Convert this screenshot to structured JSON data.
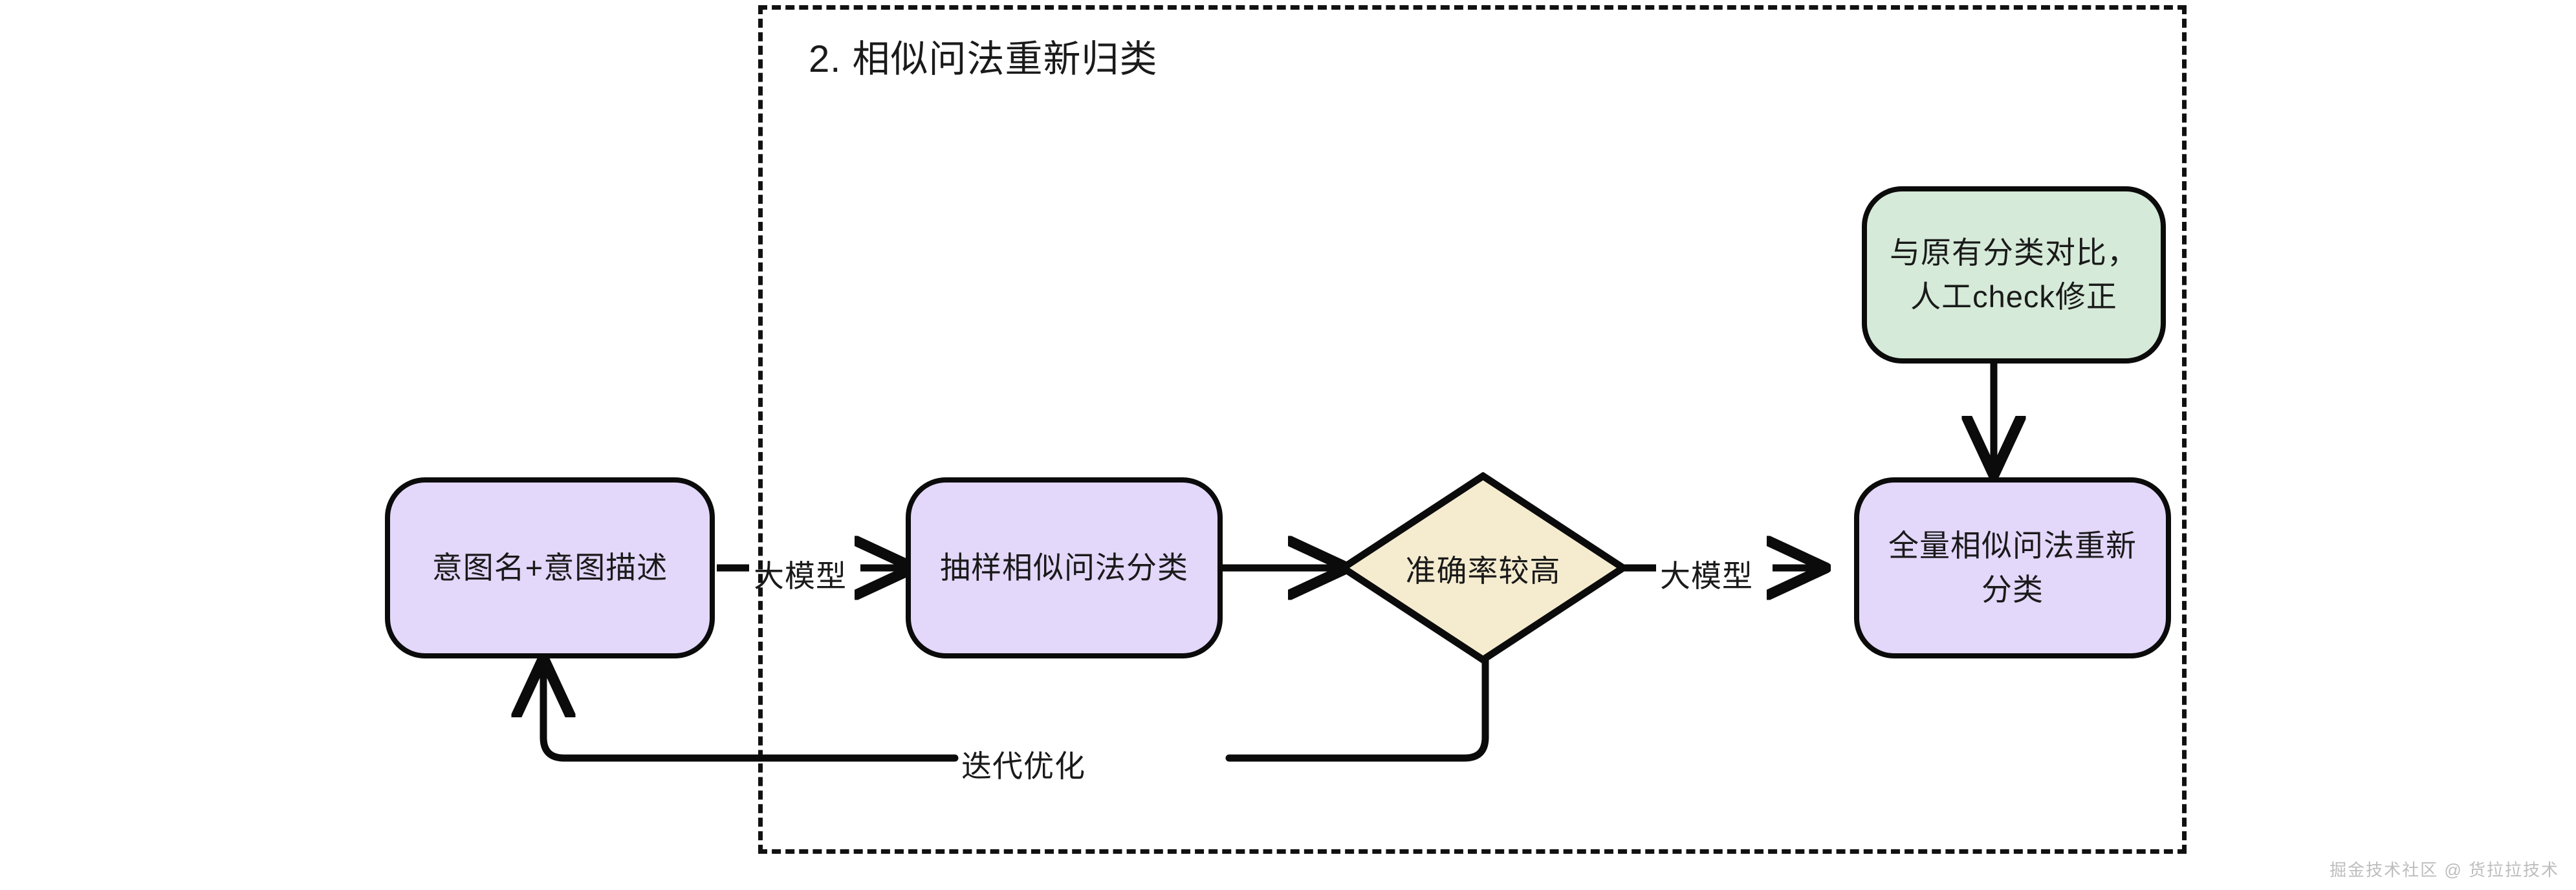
{
  "diagram": {
    "title": "2. 相似问法重新归类",
    "watermark": "掘金技术社区 @ 货拉拉技术",
    "colors": {
      "process_fill": "#e3d7fa",
      "decision_fill": "#f5ecd0",
      "manual_fill": "#d5ead8",
      "stroke": "#0b0b0b",
      "text": "#1a1a1a",
      "group_border": "#111111",
      "watermark": "#bdbdbd"
    },
    "nodes": [
      {
        "id": "intent",
        "label": "意图名+意图描述",
        "shape": "rounded-rect",
        "fill": "#e3d7fa"
      },
      {
        "id": "sample-classify",
        "label": "抽样相似问法分类",
        "shape": "rounded-rect",
        "fill": "#e3d7fa"
      },
      {
        "id": "accuracy-check",
        "label": "准确率较高",
        "shape": "diamond",
        "fill": "#f5ecd0"
      },
      {
        "id": "manual-check",
        "label_line1": "与原有分类对比，",
        "label_line2": "人工check修正",
        "shape": "rounded-rect",
        "fill": "#d5ead8"
      },
      {
        "id": "full-reclassify",
        "label_line1": "全量相似问法重新",
        "label_line2": "分类",
        "shape": "rounded-rect",
        "fill": "#e3d7fa"
      }
    ],
    "edges": [
      {
        "id": "intent-to-sample",
        "label": "大模型",
        "from": "intent",
        "to": "sample-classify"
      },
      {
        "id": "sample-to-accuracy",
        "label": "",
        "from": "sample-classify",
        "to": "accuracy-check"
      },
      {
        "id": "accuracy-to-full",
        "label": "大模型",
        "from": "accuracy-check",
        "to": "full-reclassify"
      },
      {
        "id": "manual-to-full",
        "label": "",
        "from": "manual-check",
        "to": "full-reclassify"
      },
      {
        "id": "accuracy-to-intent",
        "label": "迭代优化",
        "from": "accuracy-check",
        "to": "intent"
      }
    ]
  }
}
